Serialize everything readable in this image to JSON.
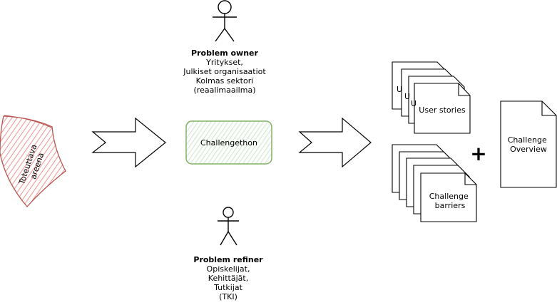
{
  "arena": {
    "label_line1": "Toteuttava",
    "label_line2": "areena",
    "fill": "#f8cecc",
    "stroke": "#b85450"
  },
  "problem_owner": {
    "title": "Problem owner",
    "lines": [
      "Yritykset,",
      "Julkiset organisaatiot",
      "Kolmas sektori",
      "(reaalimaailma)"
    ]
  },
  "problem_refiner": {
    "title": "Problem refiner",
    "lines": [
      "Opiskelijat,",
      "Kehittäjät,",
      "Tutkijat",
      "(TKI)"
    ]
  },
  "challengethon": {
    "label": "Challengethon",
    "fill": "#d5e8d4",
    "stroke": "#82b366"
  },
  "user_stories": {
    "label": "User stories",
    "back_letter": "U"
  },
  "challenge_barriers": {
    "label_line1": "Challenge",
    "label_line2": "barriers"
  },
  "plus": "+",
  "challenge_overview": {
    "label_line1": "Challenge",
    "label_line2": "Overview"
  }
}
